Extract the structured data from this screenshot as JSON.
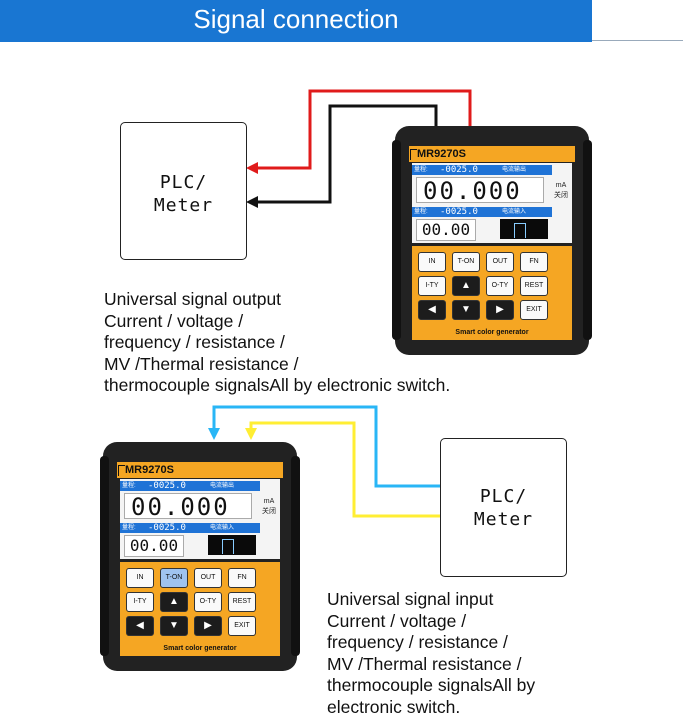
{
  "header": {
    "title": "Signal connection"
  },
  "top": {
    "box_label_line1": "PLC/",
    "box_label_line2": "Meter",
    "description": [
      "Universal signal output",
      "Current / voltage /",
      "frequency / resistance /",
      "MV /Thermal resistance /",
      "thermocouple signalsAll by electronic switch."
    ]
  },
  "bottom": {
    "box_label_line1": "PLC/",
    "box_label_line2": "Meter",
    "description": [
      "Universal signal input",
      "Current / voltage /",
      "frequency / resistance /",
      "MV /Thermal resistance /",
      "thermocouple signalsAll by",
      "electronic switch."
    ]
  },
  "device": {
    "model": "MR9270S",
    "row1_label": "量程:",
    "row1_value": "-0025.0",
    "row1_tag": "电流输出",
    "big_value": "00.000",
    "unit": "mA",
    "unit2": "关闭",
    "row2_label": "量程:",
    "row2_value": "-0025.0",
    "row2_tag": "电流输入",
    "small_value": "00.00",
    "keys": [
      "IN",
      "T-ON",
      "OUT",
      "FN",
      "I-TY",
      "▲",
      "O-TY",
      "REST",
      "◀",
      "▼",
      "▶",
      "EXIT"
    ],
    "footer": "Smart color generator"
  },
  "colors": {
    "header": "#1976d2",
    "wire_red": "#e01b1b",
    "wire_black": "#111111",
    "wire_blue": "#29b6f6",
    "wire_yellow": "#ffee33",
    "panel": "#f5a623"
  }
}
